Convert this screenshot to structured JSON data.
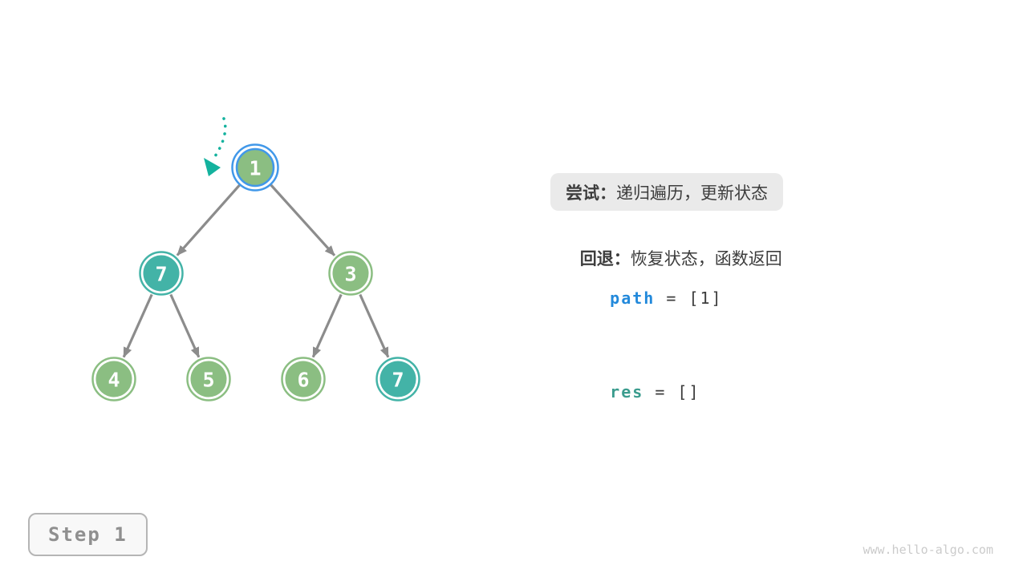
{
  "palette": {
    "node-green": "#8BBE82",
    "node-teal": "#43B3A7",
    "highlight-blue": "#4198E9",
    "edge-gray": "#8C8C8C",
    "pointer-teal": "#14B29E",
    "text-dark": "#3D3D3D",
    "code-blue": "#2289DB",
    "code-teal": "#3B9C8E",
    "box-gray": "#EAEAEA",
    "step-gray": "#8F8F8F",
    "watermark-gray": "#CBCBCB"
  },
  "step_label": "Step 1",
  "watermark": "www.hello-algo.com",
  "panel": {
    "try": {
      "label": "尝试：",
      "text": "递归遍历，更新状态"
    },
    "back": {
      "label": "回退：",
      "text": "恢复状态，函数返回"
    },
    "path": {
      "name": "path",
      "value": " = [1]"
    },
    "res": {
      "name": "res",
      "value": " = []"
    }
  },
  "tree": {
    "nodes": [
      {
        "value": "1",
        "color": "#8BBE82",
        "current": true
      },
      {
        "value": "7",
        "color": "#43B3A7",
        "current": false
      },
      {
        "value": "3",
        "color": "#8BBE82",
        "current": false
      },
      {
        "value": "4",
        "color": "#8BBE82",
        "current": false
      },
      {
        "value": "5",
        "color": "#8BBE82",
        "current": false
      },
      {
        "value": "6",
        "color": "#8BBE82",
        "current": false
      },
      {
        "value": "7",
        "color": "#43B3A7",
        "current": false
      }
    ],
    "edges": [
      [
        "1",
        "7"
      ],
      [
        "1",
        "3"
      ],
      [
        "7",
        "4"
      ],
      [
        "7",
        "5"
      ],
      [
        "3",
        "6"
      ],
      [
        "3",
        "7"
      ]
    ]
  }
}
